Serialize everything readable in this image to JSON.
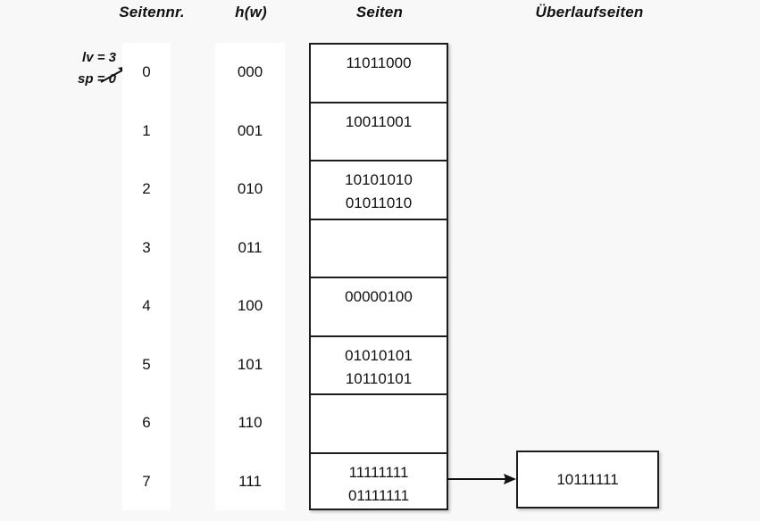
{
  "headers": {
    "seitennr": "Seitennr.",
    "hw": "h(w)",
    "seiten": "Seiten",
    "ueberlaufseiten": "Überlaufseiten"
  },
  "annotations": {
    "lv": "lv = 3",
    "sp": "sp = 0",
    "pointer_icon": "arrow-right-icon"
  },
  "rows": [
    {
      "seitennr": "0",
      "hw": "000",
      "page_lines": [
        "11011000"
      ]
    },
    {
      "seitennr": "1",
      "hw": "001",
      "page_lines": [
        "10011001"
      ]
    },
    {
      "seitennr": "2",
      "hw": "010",
      "page_lines": [
        "10101010",
        "01011010"
      ]
    },
    {
      "seitennr": "3",
      "hw": "011",
      "page_lines": []
    },
    {
      "seitennr": "4",
      "hw": "100",
      "page_lines": [
        "00000100"
      ]
    },
    {
      "seitennr": "5",
      "hw": "101",
      "page_lines": [
        "01010101",
        "10110101"
      ]
    },
    {
      "seitennr": "6",
      "hw": "110",
      "page_lines": []
    },
    {
      "seitennr": "7",
      "hw": "111",
      "page_lines": [
        "11111111",
        "01111111"
      ]
    }
  ],
  "overflow": {
    "arrow_icon": "arrow-right-icon",
    "from_row_index": 7,
    "boxes": [
      {
        "lines": [
          "10111111"
        ]
      }
    ]
  },
  "colors": {
    "background": "#f8f8f8",
    "strip": "#ffffff",
    "box_border": "#1c1c1c",
    "text": "#111111"
  }
}
